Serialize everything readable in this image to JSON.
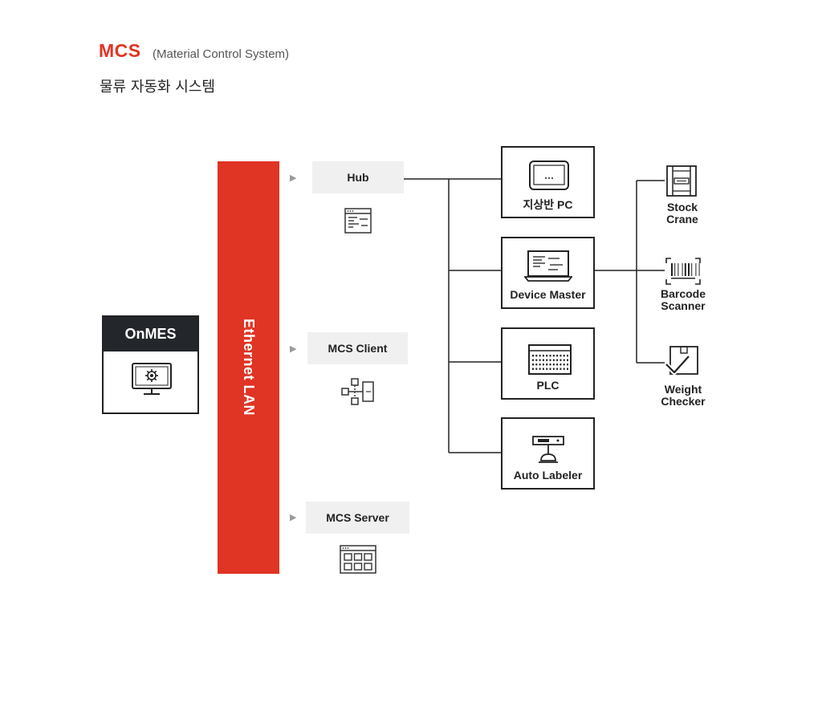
{
  "header": {
    "title": "MCS",
    "subtitle_en": "(Material Control System)",
    "subtitle_ko": "물류 자동화 시스템"
  },
  "onmes": {
    "label": "OnMES",
    "icon": "monitor-gear-icon"
  },
  "lan": {
    "label": "Ethernet LAN"
  },
  "services": [
    {
      "label": "Hub",
      "icon": "window-code-icon"
    },
    {
      "label": "MCS Client",
      "icon": "network-nodes-icon"
    },
    {
      "label": "MCS Server",
      "icon": "window-grid-icon"
    }
  ],
  "devices": [
    {
      "label": "지상반 PC",
      "icon": "tablet-icon"
    },
    {
      "label": "Device Master",
      "icon": "laptop-icon"
    },
    {
      "label": "PLC",
      "icon": "plc-icon"
    },
    {
      "label": "Auto Labeler",
      "icon": "labeler-icon"
    }
  ],
  "peripherals": [
    {
      "line1": "Stock",
      "line2": "Crane",
      "icon": "crane-icon"
    },
    {
      "line1": "Barcode",
      "line2": "Scanner",
      "icon": "barcode-icon"
    },
    {
      "line1": "Weight",
      "line2": "Checker",
      "icon": "weight-check-icon"
    }
  ],
  "colors": {
    "accent": "#e03424",
    "dark": "#23272b",
    "pill_bg": "#f0f0f0"
  }
}
